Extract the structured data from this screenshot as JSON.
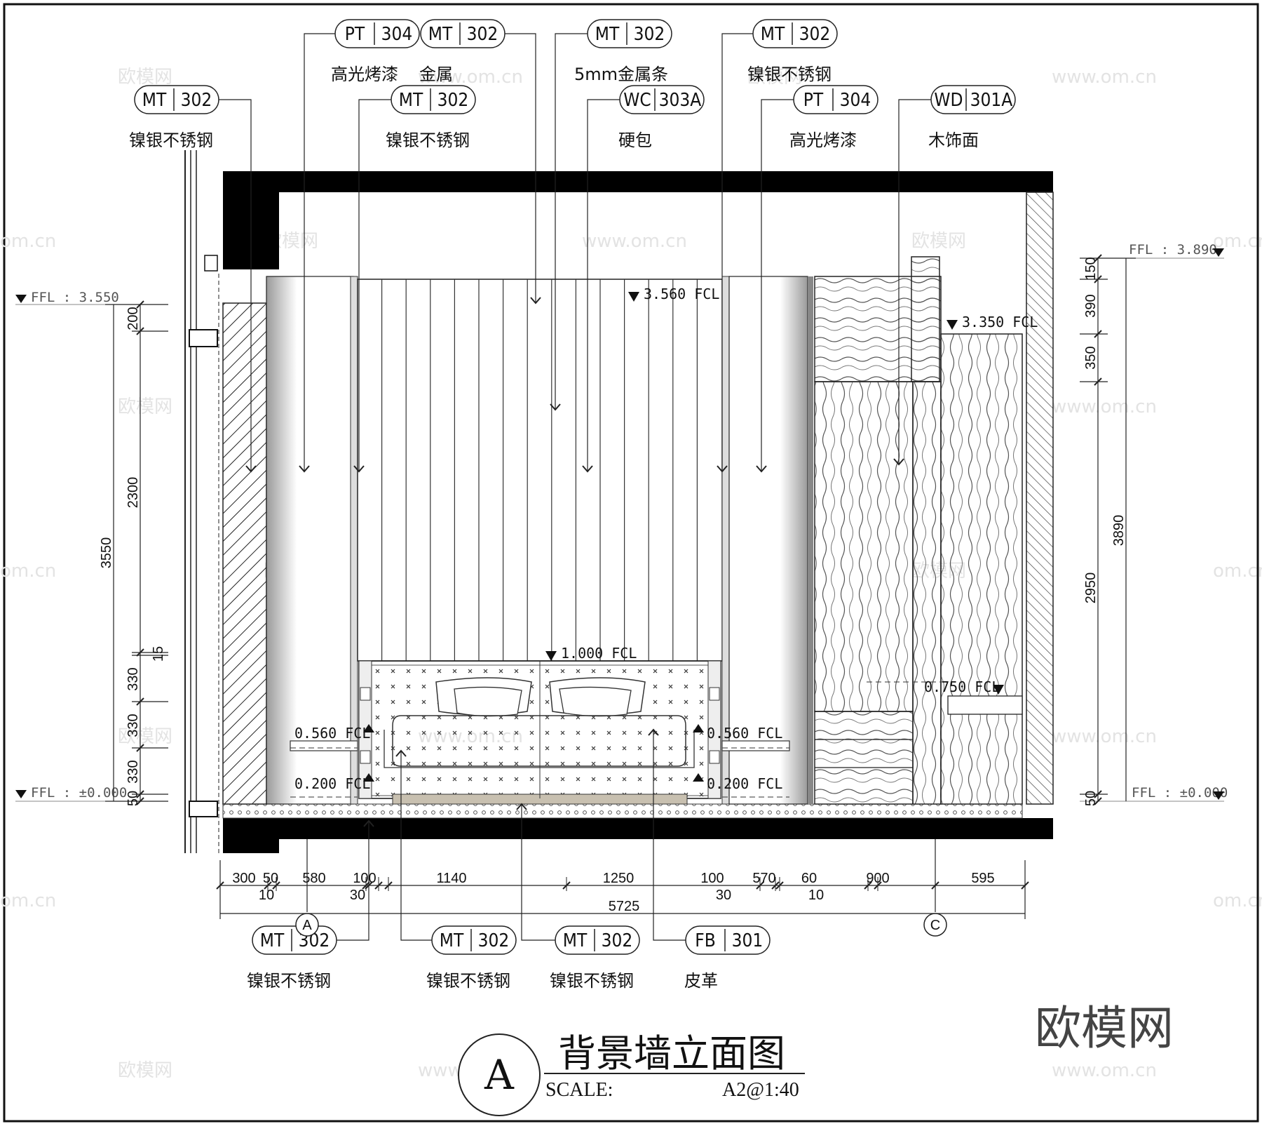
{
  "drawing": {
    "title": "背景墙立面图",
    "view_letter": "A",
    "scale_label": "SCALE:",
    "scale_value": "A2@1:40",
    "brand_mark": "欧模网",
    "watermarks": [
      "欧模网",
      "www.om.cn",
      "om.cn"
    ]
  },
  "tags_top": [
    {
      "code": "PT",
      "num": "304",
      "label": "高光烤漆"
    },
    {
      "code": "MT",
      "num": "302",
      "label": "金属"
    },
    {
      "code": "MT",
      "num": "302",
      "label": "5mm金属条"
    },
    {
      "code": "MT",
      "num": "302",
      "label": "镍银不锈钢"
    },
    {
      "code": "MT",
      "num": "302",
      "label": "镍银不锈钢"
    },
    {
      "code": "MT",
      "num": "302",
      "label": "镍银不锈钢"
    },
    {
      "code": "WC",
      "num": "303A",
      "label": "硬包"
    },
    {
      "code": "PT",
      "num": "304",
      "label": "高光烤漆"
    },
    {
      "code": "WD",
      "num": "301A",
      "label": "木饰面"
    }
  ],
  "tags_bottom": [
    {
      "code": "MT",
      "num": "302",
      "label": "镍银不锈钢"
    },
    {
      "code": "MT",
      "num": "302",
      "label": "镍银不锈钢"
    },
    {
      "code": "MT",
      "num": "302",
      "label": "镍银不锈钢"
    },
    {
      "code": "FB",
      "num": "301",
      "label": "皮革"
    }
  ],
  "level_marks": {
    "ffl_left_top": "FFL : 3.550",
    "ffl_left_bottom": "FFL : ±0.000",
    "ffl_right_top": "FFL : 3.890",
    "ffl_right_bottom": "FFL : ±0.000",
    "fcl": [
      "3.560 FCL",
      "3.350 FCL",
      "1.000 FCL",
      "0.750 FCL",
      "0.560 FCL",
      "0.560 FCL",
      "0.200 FCL",
      "0.200 FCL"
    ]
  },
  "dims_left": {
    "total": "3550",
    "segments": [
      "200",
      "2300",
      "15",
      "330",
      "330",
      "330",
      "50"
    ]
  },
  "dims_right": {
    "total": "3890",
    "segments": [
      "150",
      "390",
      "350",
      "2950",
      "50"
    ]
  },
  "dims_bottom": {
    "upper_row": [
      "300",
      "50",
      "580",
      "100",
      "1140",
      "1250",
      "100",
      "570",
      "60",
      "900",
      "595"
    ],
    "lower_row": [
      "10",
      "30",
      "30",
      "10"
    ],
    "total": "5725"
  },
  "grid_refs": [
    "A",
    "C"
  ]
}
